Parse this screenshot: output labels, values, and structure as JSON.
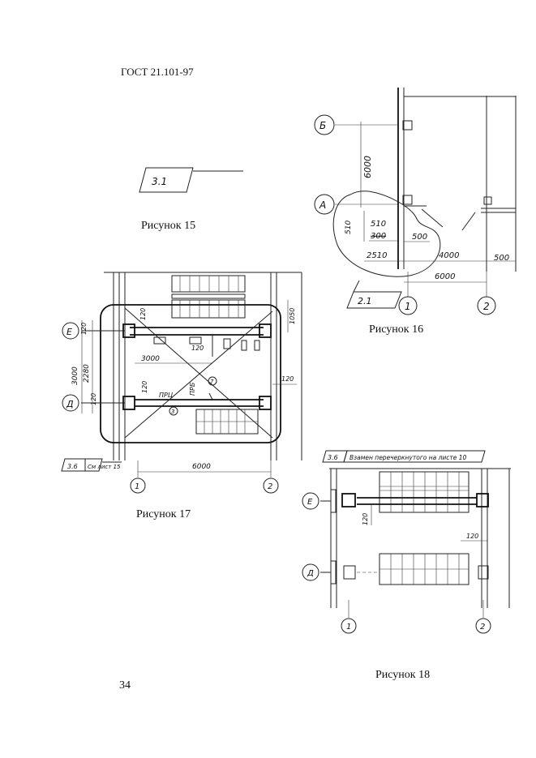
{
  "header": {
    "code": "ГОСТ 21.101-97"
  },
  "page_number": "34",
  "figure15": {
    "caption": "Рисунок 15",
    "tag": "3.1"
  },
  "figure16": {
    "caption": "Рисунок 16",
    "tag": "2.1",
    "axis_b": "Б",
    "axis_a": "А",
    "axis_1": "1",
    "axis_2": "2",
    "dim_6000_v": "6000",
    "dim_510": "510",
    "dim_510b": "510",
    "dim_300": "300",
    "dim_500": "500",
    "dim_2510": "2510",
    "dim_4000": "4000",
    "dim_500b": "500",
    "dim_6000_h": "6000"
  },
  "figure17": {
    "caption": "Рисунок 17",
    "tag": "3.6",
    "tag_note": "См лист 15",
    "axis_e": "Е",
    "axis_d": "Д",
    "axis_1": "1",
    "axis_2": "2",
    "dim_120_top": "120",
    "dim_120_left": "120",
    "dim_3000_v": "3000",
    "dim_2280": "2280",
    "dim_1050": "1050",
    "dim_120_right": "120",
    "dim_3000_h": "3000",
    "dim_120_mid": "120",
    "dim_120_low": "120",
    "dim_120_bottom": "120",
    "label_pru": "ПРЦ",
    "label_prs": "ПРБ",
    "callout_3": "3",
    "callout_7": "7",
    "dim_6000": "6000"
  },
  "figure18": {
    "caption": "Рисунок 18",
    "tag": "3.6",
    "tag_note": "Взамен перечеркнутого на листе 10",
    "axis_e": "Е",
    "axis_d": "Д",
    "axis_1": "1",
    "axis_2": "2",
    "dim_120_a": "120",
    "dim_120_b": "120"
  }
}
